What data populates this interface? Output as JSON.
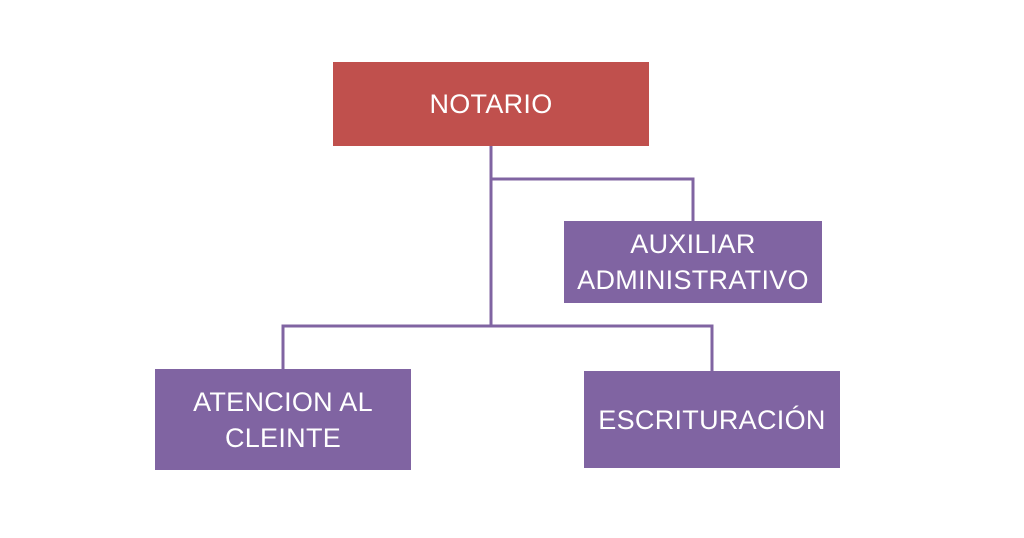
{
  "colors": {
    "root_fill": "#c0504d",
    "child_fill": "#8064a2",
    "connector": "#8064a2",
    "text": "#ffffff",
    "background": "#ffffff"
  },
  "org_chart": {
    "root": {
      "label": "NOTARIO"
    },
    "assistant": {
      "label": "AUXILIAR\nADMINISTRATIVO"
    },
    "children": [
      {
        "label": "ATENCION AL\nCLEINTE"
      },
      {
        "label": "ESCRITURACIÓN"
      }
    ]
  }
}
